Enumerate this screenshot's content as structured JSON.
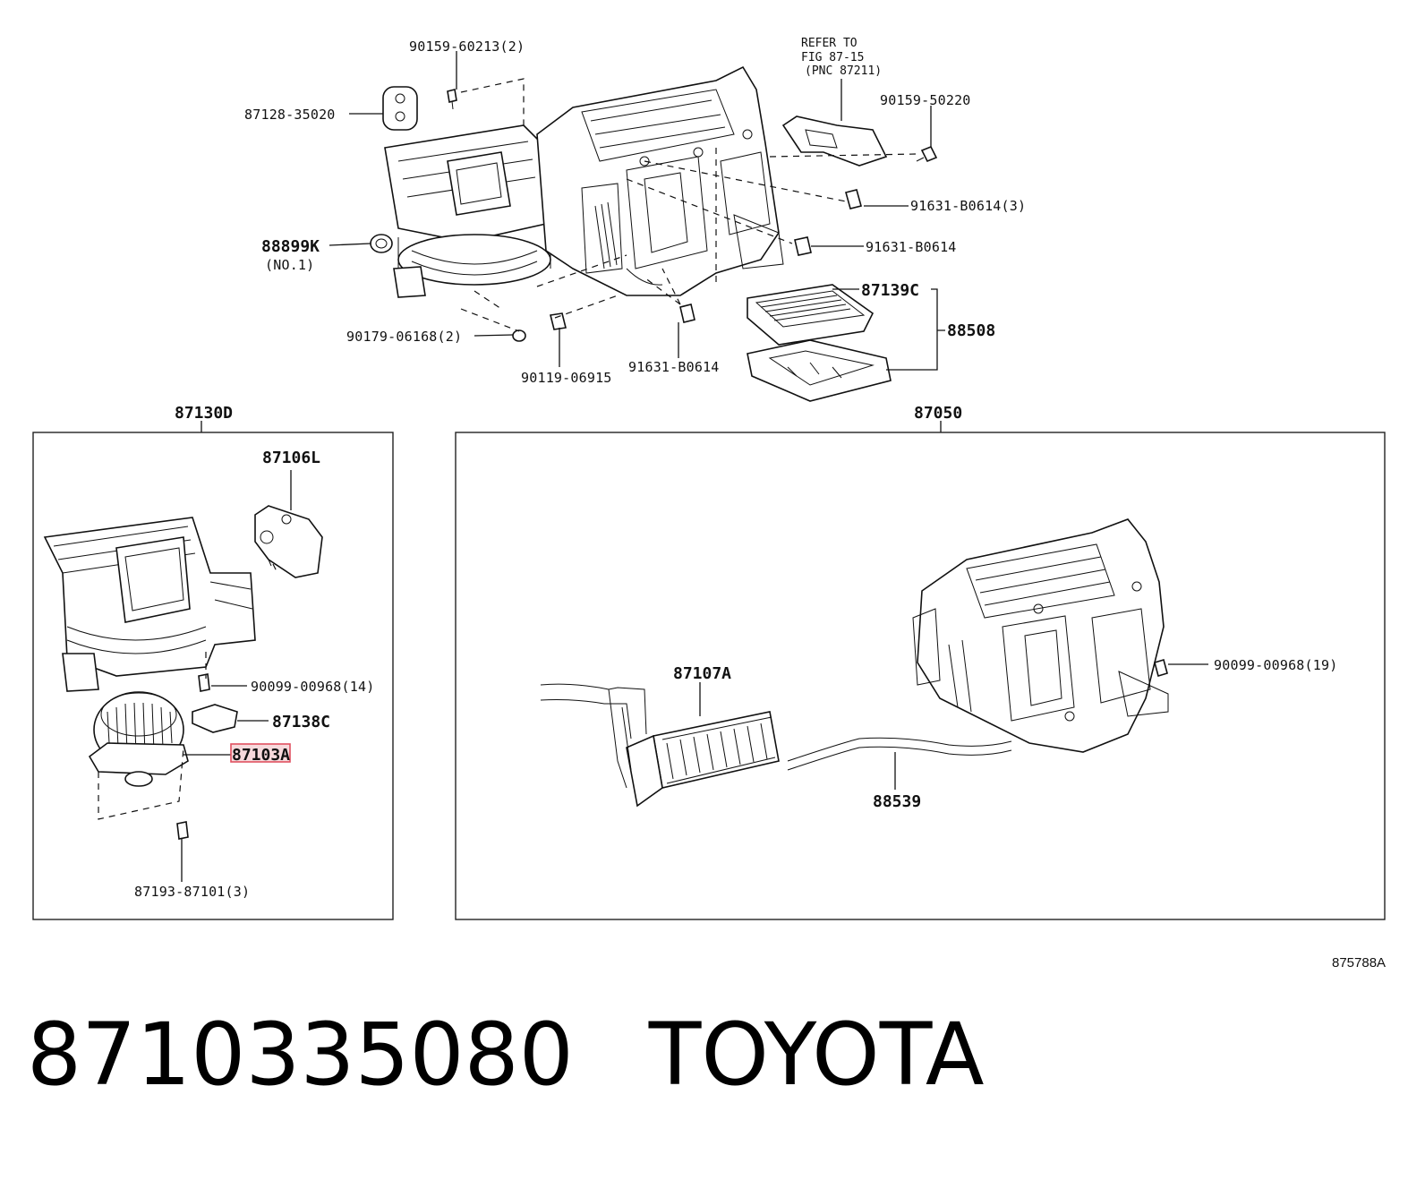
{
  "callouts": {
    "p90159_60213": "90159-60213(2)",
    "p87128_35020": "87128-35020",
    "p88899k": "88899K",
    "p88899k_sub": "(NO.1)",
    "p90179_06168": "90179-06168(2)",
    "p90119_06915": "90119-06915",
    "p91631_b0614_a": "91631-B0614",
    "p91631_b0614_b": "91631-B0614",
    "p91631_b0614_3": "91631-B0614(3)",
    "p90159_50220": "90159-50220",
    "refer_line1": "REFER TO",
    "refer_line2": "FIG 87-15",
    "refer_line3": "(PNC 87211)",
    "p87139c": "87139C",
    "p88508": "88508",
    "p87130d": "87130D",
    "p87106l": "87106L",
    "p90099_00968_14": "90099-00968(14)",
    "p87138c": "87138C",
    "p87103a": "87103A",
    "p87193_87101": "87193-87101(3)",
    "p87050": "87050",
    "p87107a": "87107A",
    "p88539": "88539",
    "p90099_00968_19": "90099-00968(19)"
  },
  "highlighted_part": "87103A",
  "figure_ref": "875788A",
  "caption": {
    "part_number": "8710335080",
    "brand": "TOYOTA"
  },
  "colors": {
    "highlight_fill": "#f7d9dc",
    "highlight_stroke": "#e05060",
    "line": "#111111"
  }
}
